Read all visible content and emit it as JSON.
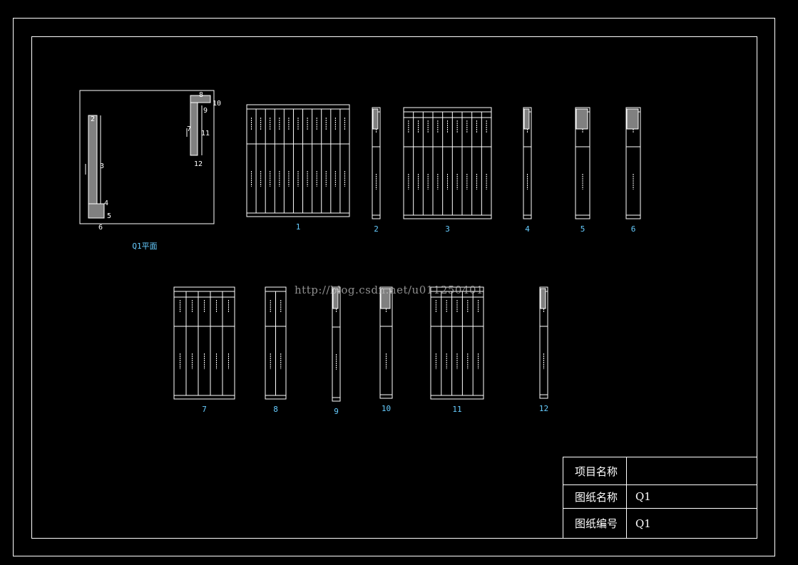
{
  "colors": {
    "background": "#000000",
    "lines": "#ffffff",
    "labels": "#66ccff",
    "fill": "#808080"
  },
  "plan": {
    "title": "Q1平面",
    "part_numbers": [
      "2",
      "3",
      "4",
      "5",
      "6",
      "7",
      "8",
      "9",
      "10",
      "11",
      "12"
    ]
  },
  "elevations": [
    {
      "label": "1"
    },
    {
      "label": "2"
    },
    {
      "label": "3"
    },
    {
      "label": "4"
    },
    {
      "label": "5"
    },
    {
      "label": "6"
    },
    {
      "label": "7"
    },
    {
      "label": "8"
    },
    {
      "label": "9"
    },
    {
      "label": "10"
    },
    {
      "label": "11"
    },
    {
      "label": "12"
    }
  ],
  "watermark": "http://blog.csdn.net/u011250401",
  "title_block": {
    "rows": [
      {
        "key": "项目名称",
        "value": ""
      },
      {
        "key": "图纸名称",
        "value": "Q1"
      },
      {
        "key": "图纸编号",
        "value": "Q1"
      }
    ]
  }
}
